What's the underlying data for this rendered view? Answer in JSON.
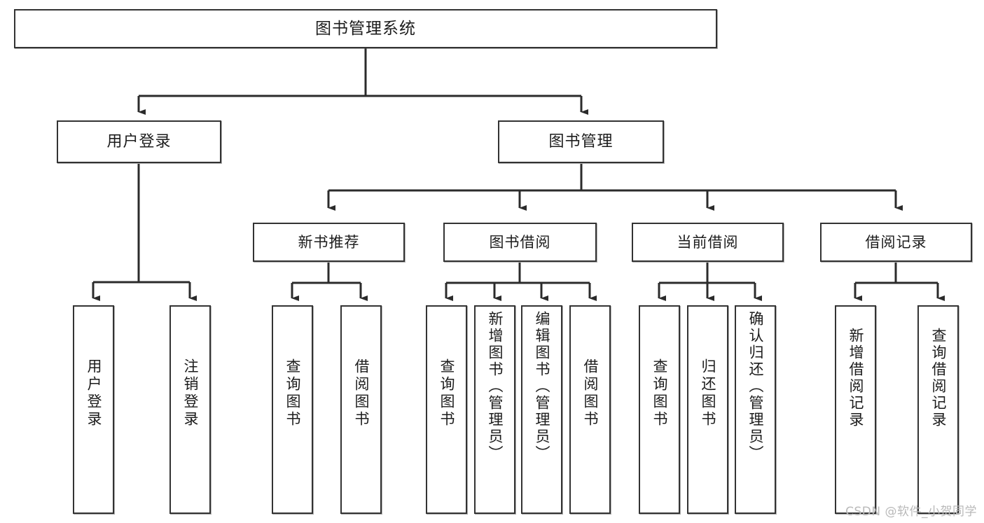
{
  "diagram": {
    "title": "图书管理系统",
    "type": "tree",
    "watermark": "CSDN @软件_小贺同学",
    "colors": {
      "border": "#333333",
      "fill": "#ffffff",
      "text": "#1c1c1c",
      "connector": "#2b2b2b",
      "watermark": "#b9b9b9"
    },
    "nodes": {
      "root": {
        "label": "图书管理系统"
      },
      "level2": [
        {
          "id": "user-login",
          "label": "用户登录"
        },
        {
          "id": "book-manage",
          "label": "图书管理"
        }
      ],
      "level3": [
        {
          "id": "new-book-recommend",
          "label": "新书推荐"
        },
        {
          "id": "book-borrow",
          "label": "图书借阅"
        },
        {
          "id": "current-borrow",
          "label": "当前借阅"
        },
        {
          "id": "borrow-record",
          "label": "借阅记录"
        }
      ],
      "leaves": [
        {
          "id": "leaf-user-login",
          "parent": "user-login",
          "label": "用户登录"
        },
        {
          "id": "leaf-user-logout",
          "parent": "user-login",
          "label": "注销登录"
        },
        {
          "id": "leaf-query-book-1",
          "parent": "new-book-recommend",
          "label": "查询图书"
        },
        {
          "id": "leaf-borrow-book-1",
          "parent": "new-book-recommend",
          "label": "借阅图书"
        },
        {
          "id": "leaf-query-book-2",
          "parent": "book-borrow",
          "label": "查询图书"
        },
        {
          "id": "leaf-add-book",
          "parent": "book-borrow",
          "label": "新增图书（管理员）"
        },
        {
          "id": "leaf-edit-book",
          "parent": "book-borrow",
          "label": "编辑图书（管理员）"
        },
        {
          "id": "leaf-borrow-book-2",
          "parent": "book-borrow",
          "label": "借阅图书"
        },
        {
          "id": "leaf-query-book-3",
          "parent": "current-borrow",
          "label": "查询图书"
        },
        {
          "id": "leaf-return-book",
          "parent": "current-borrow",
          "label": "归还图书"
        },
        {
          "id": "leaf-confirm-return",
          "parent": "current-borrow",
          "label": "确认归还（管理员）"
        },
        {
          "id": "leaf-add-record",
          "parent": "borrow-record",
          "label": "新增借阅记录"
        },
        {
          "id": "leaf-query-record",
          "parent": "borrow-record",
          "label": "查询借阅记录"
        }
      ]
    }
  }
}
